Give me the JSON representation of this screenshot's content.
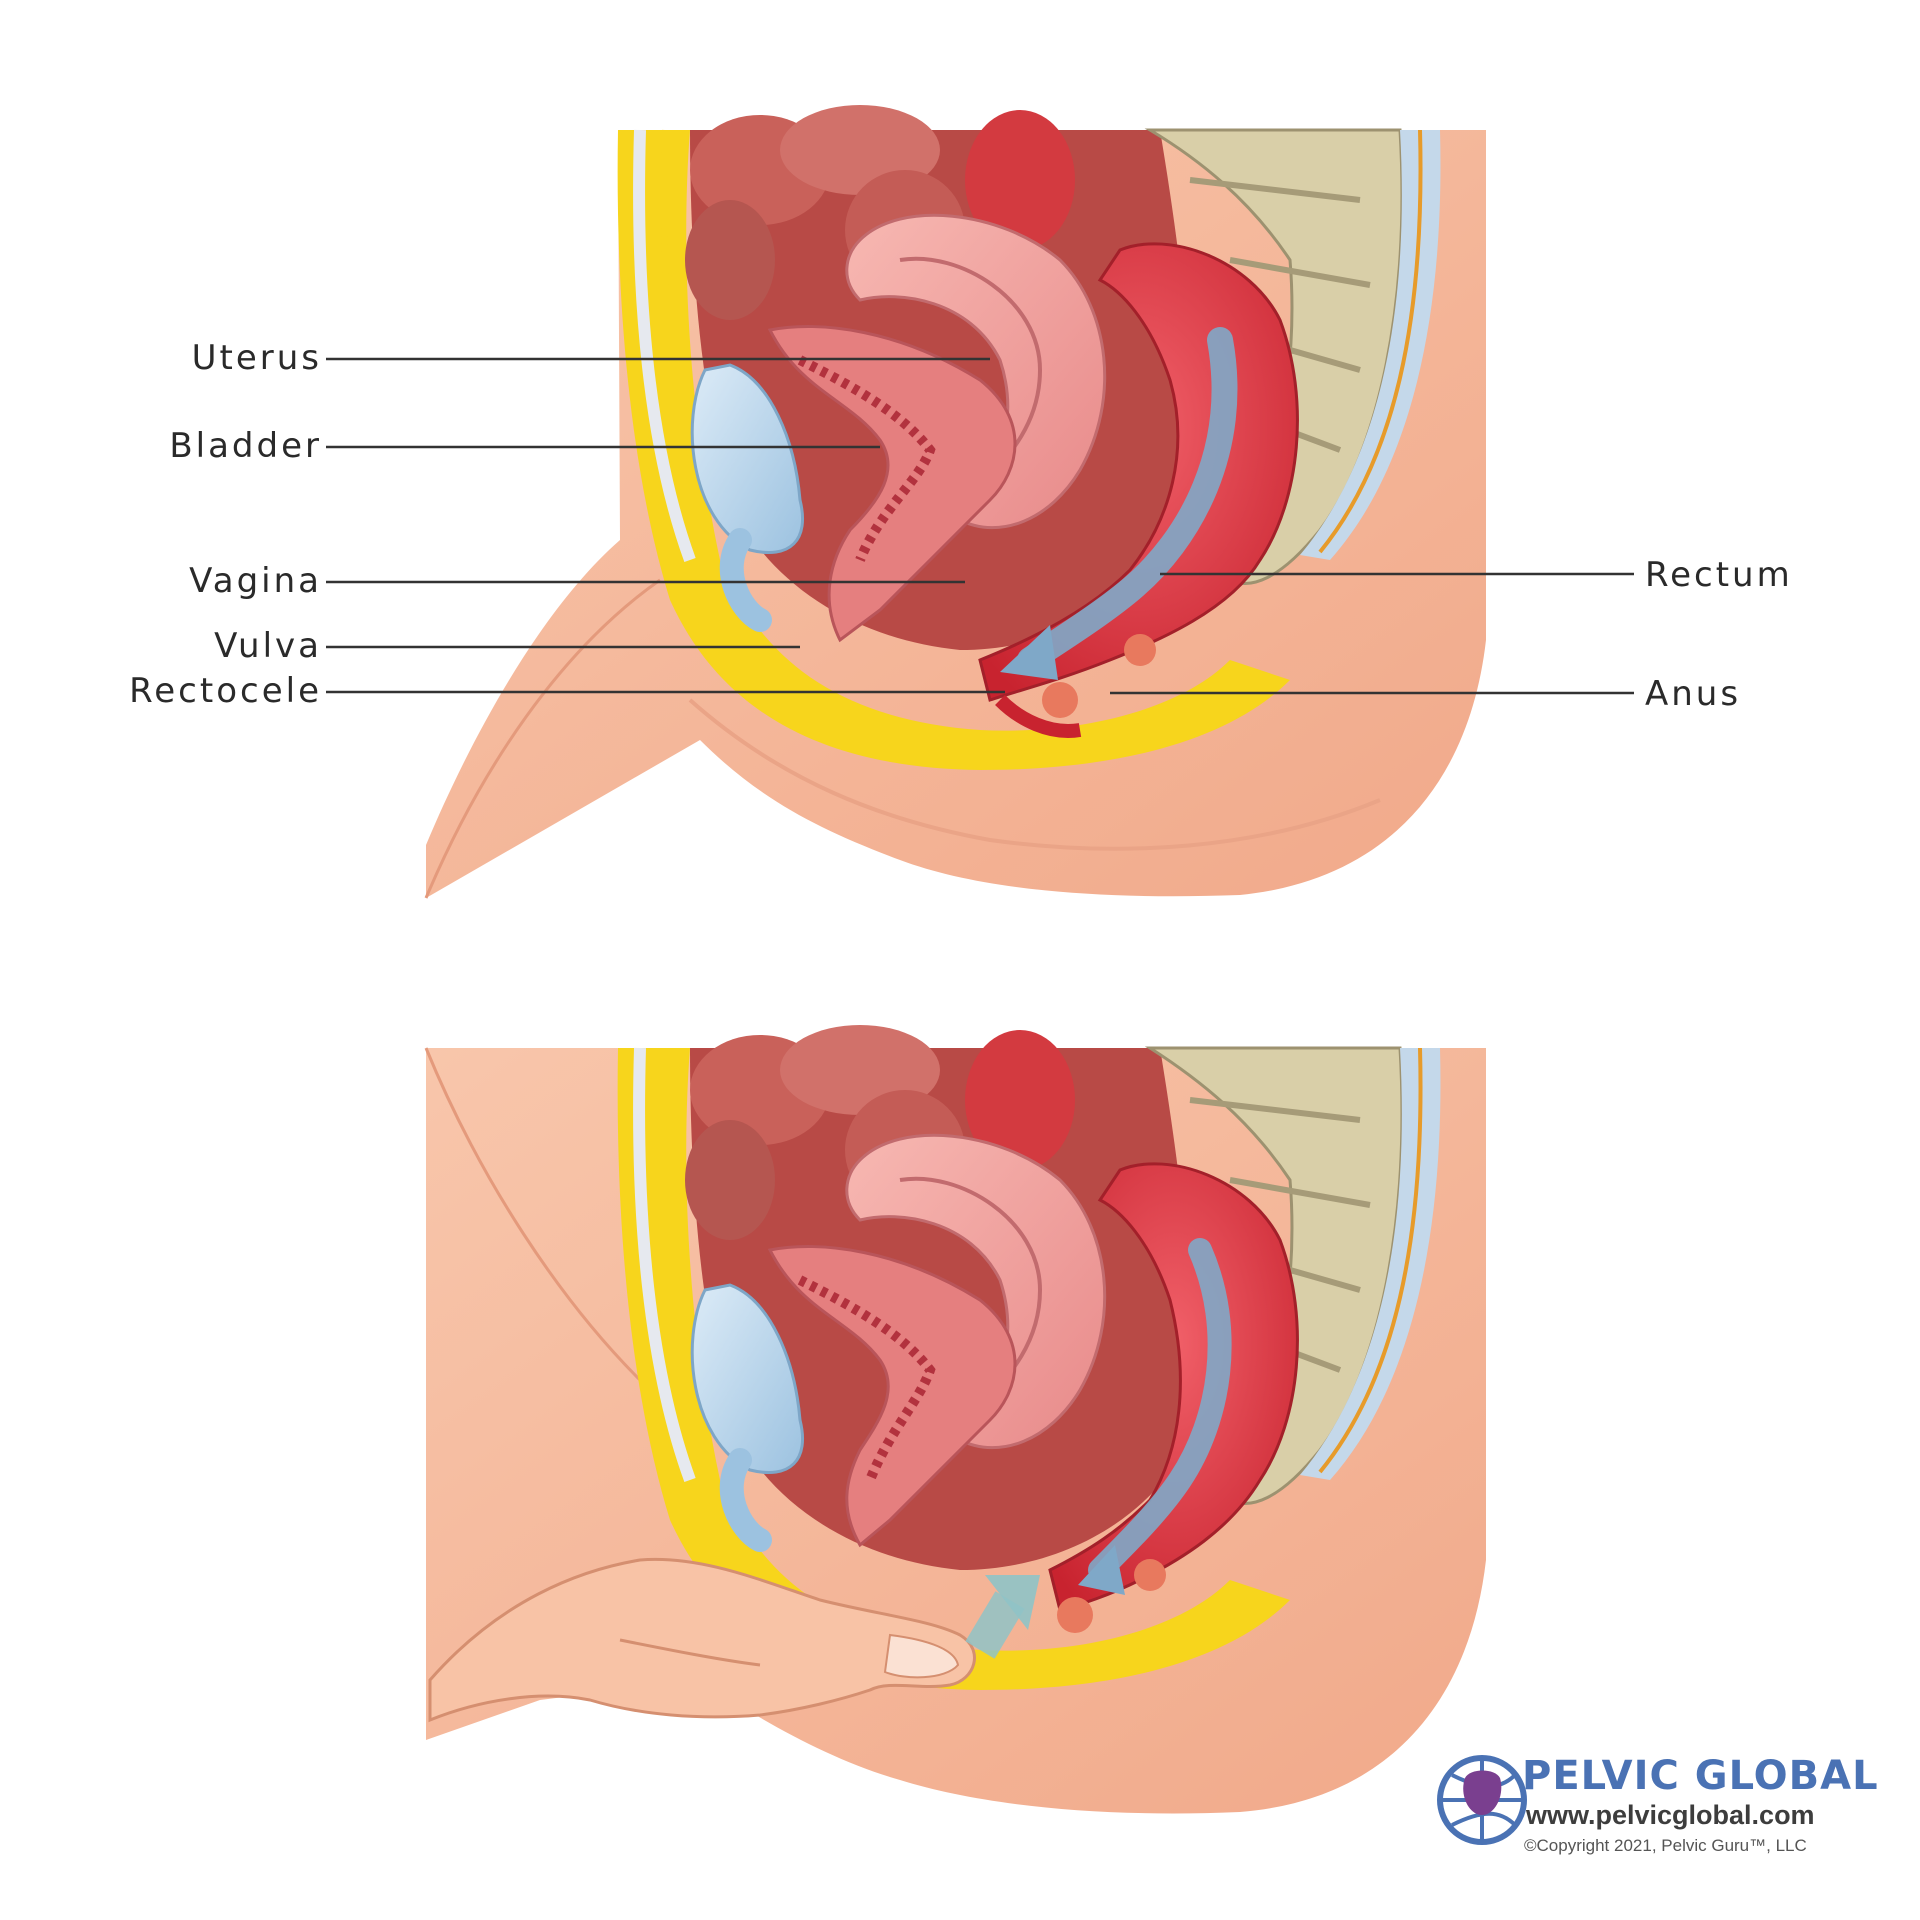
{
  "labels": {
    "uterus": "Uterus",
    "bladder": "Bladder",
    "vagina": "Vagina",
    "vulva": "Vulva",
    "rectocele": "Rectocele",
    "rectum": "Rectum",
    "anus": "Anus"
  },
  "brand": {
    "name": "PELVIC GLOBAL",
    "url": "www.pelvicglobal.com",
    "copyright": "©Copyright 2021, Pelvic Guru™, LLC"
  },
  "colors": {
    "skin": "#f5b799",
    "skin_light": "#fbd2bc",
    "fat": "#f7d51c",
    "organ_red": "#e03a43",
    "uterus_pink": "#f2a0a0",
    "bladder_blue": "#b9d6ec",
    "bone": "#d9cfa8",
    "arrow": "#7fa8c8",
    "brand_blue": "#4a72b4"
  }
}
